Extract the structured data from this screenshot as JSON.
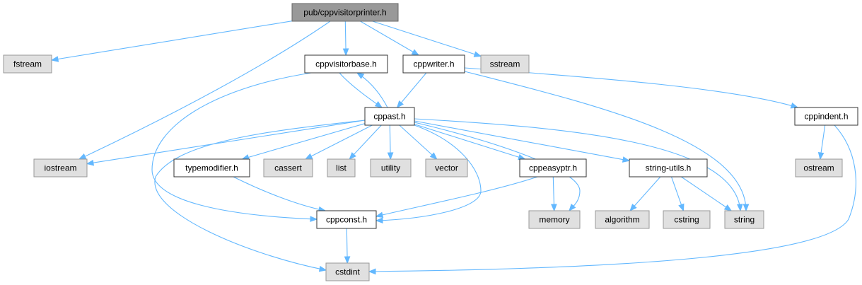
{
  "colors": {
    "edge": "#63b8ff",
    "root_fill": "#999999",
    "root_stroke": "#666666",
    "internal_fill": "#ffffff",
    "internal_stroke": "#333333",
    "external_fill": "#e0e0e0",
    "external_stroke": "#999999"
  },
  "nodes": [
    {
      "id": "root",
      "label": "pub/cppvisitorprinter.h",
      "kind": "root"
    },
    {
      "id": "fstream",
      "label": "fstream",
      "kind": "external"
    },
    {
      "id": "visitorbase",
      "label": "cppvisitorbase.h",
      "kind": "internal"
    },
    {
      "id": "writer",
      "label": "cppwriter.h",
      "kind": "internal"
    },
    {
      "id": "sstream",
      "label": "sstream",
      "kind": "external"
    },
    {
      "id": "cppast",
      "label": "cppast.h",
      "kind": "internal"
    },
    {
      "id": "cppindent",
      "label": "cppindent.h",
      "kind": "internal"
    },
    {
      "id": "iostream",
      "label": "iostream",
      "kind": "external"
    },
    {
      "id": "typemodifier",
      "label": "typemodifier.h",
      "kind": "internal"
    },
    {
      "id": "cassert",
      "label": "cassert",
      "kind": "external"
    },
    {
      "id": "list",
      "label": "list",
      "kind": "external"
    },
    {
      "id": "utility",
      "label": "utility",
      "kind": "external"
    },
    {
      "id": "vector",
      "label": "vector",
      "kind": "external"
    },
    {
      "id": "cppeasyptr",
      "label": "cppeasyptr.h",
      "kind": "internal"
    },
    {
      "id": "stringutils",
      "label": "string-utils.h",
      "kind": "internal"
    },
    {
      "id": "ostream",
      "label": "ostream",
      "kind": "external"
    },
    {
      "id": "cppconst",
      "label": "cppconst.h",
      "kind": "internal"
    },
    {
      "id": "memory",
      "label": "memory",
      "kind": "external"
    },
    {
      "id": "algorithm",
      "label": "algorithm",
      "kind": "external"
    },
    {
      "id": "cstring",
      "label": "cstring",
      "kind": "external"
    },
    {
      "id": "string",
      "label": "string",
      "kind": "external"
    },
    {
      "id": "cstdint",
      "label": "cstdint",
      "kind": "external"
    }
  ],
  "edges": [
    {
      "from": "root",
      "to": "fstream"
    },
    {
      "from": "root",
      "to": "visitorbase"
    },
    {
      "from": "root",
      "to": "writer"
    },
    {
      "from": "root",
      "to": "sstream"
    },
    {
      "from": "root",
      "to": "iostream"
    },
    {
      "from": "visitorbase",
      "to": "cppast"
    },
    {
      "from": "visitorbase",
      "to": "cppconst"
    },
    {
      "from": "writer",
      "to": "cppast"
    },
    {
      "from": "writer",
      "to": "cppindent"
    },
    {
      "from": "writer",
      "to": "string"
    },
    {
      "from": "cppast",
      "to": "visitorbase"
    },
    {
      "from": "cppast",
      "to": "iostream"
    },
    {
      "from": "cppast",
      "to": "typemodifier"
    },
    {
      "from": "cppast",
      "to": "cassert"
    },
    {
      "from": "cppast",
      "to": "list"
    },
    {
      "from": "cppast",
      "to": "utility"
    },
    {
      "from": "cppast",
      "to": "vector"
    },
    {
      "from": "cppast",
      "to": "cppeasyptr"
    },
    {
      "from": "cppast",
      "to": "stringutils"
    },
    {
      "from": "cppast",
      "to": "string"
    },
    {
      "from": "cppast",
      "to": "memory"
    },
    {
      "from": "cppast",
      "to": "cppconst"
    },
    {
      "from": "cppast",
      "to": "cstdint"
    },
    {
      "from": "cppindent",
      "to": "ostream"
    },
    {
      "from": "cppindent",
      "to": "cstdint"
    },
    {
      "from": "typemodifier",
      "to": "cppconst"
    },
    {
      "from": "cppeasyptr",
      "to": "memory"
    },
    {
      "from": "cppeasyptr",
      "to": "cppconst"
    },
    {
      "from": "stringutils",
      "to": "algorithm"
    },
    {
      "from": "stringutils",
      "to": "cstring"
    },
    {
      "from": "stringutils",
      "to": "string"
    },
    {
      "from": "cppconst",
      "to": "cstdint"
    }
  ]
}
